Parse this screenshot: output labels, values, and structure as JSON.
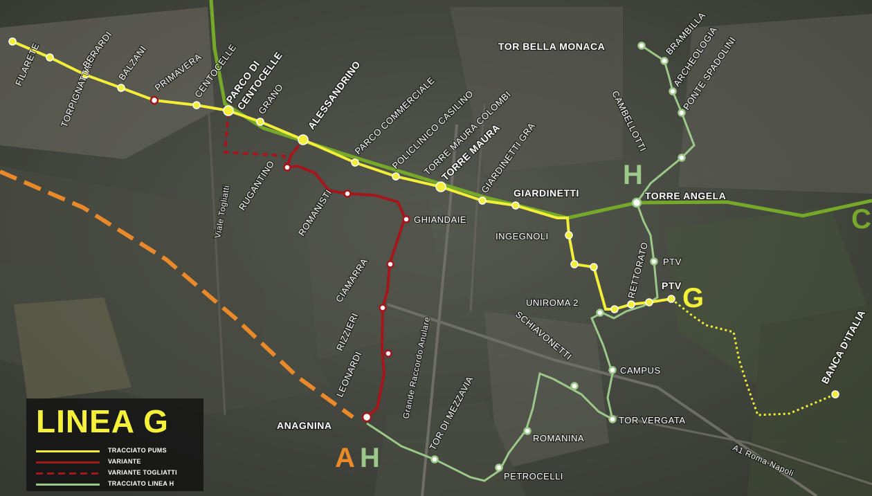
{
  "colors": {
    "line_g": "#f2ee3a",
    "variant": "#a3161c",
    "line_h": "#9cc98a",
    "line_c": "#76a82a",
    "line_a": "#e9892a"
  },
  "stations_g": [
    {
      "name": "FILARETE",
      "bold": false
    },
    {
      "name": "TORPIGNATTARA",
      "bold": false
    },
    {
      "name": "BERARDI",
      "bold": false
    },
    {
      "name": "BALZANI",
      "bold": false
    },
    {
      "name": "PRIMAVERA",
      "bold": false
    },
    {
      "name": "CENTOCELLE",
      "bold": false
    },
    {
      "name": "PARCO DI",
      "bold": true
    },
    {
      "name": "CENTOCELLE",
      "bold": true
    },
    {
      "name": "GRANO",
      "bold": false
    },
    {
      "name": "ALESSANDRINO",
      "bold": true
    },
    {
      "name": "PARCO COMMERCIALE",
      "bold": false
    },
    {
      "name": "POLICLINICO CASILINO",
      "bold": false
    },
    {
      "name": "TORRE MAURA COLOMBI",
      "bold": false
    },
    {
      "name": "TORRE MAURA",
      "bold": true
    },
    {
      "name": "GIARDINETTI GRA",
      "bold": false
    },
    {
      "name": "GIARDINETTI",
      "bold": true
    },
    {
      "name": "INGEGNOLI",
      "bold": false
    },
    {
      "name": "RETTORATO",
      "bold": false
    },
    {
      "name": "UNIROMA 2",
      "bold": false
    },
    {
      "name": "PTV",
      "bold": true
    },
    {
      "name": "BANCA D'ITALIA",
      "bold": true
    }
  ],
  "stations_variant": [
    "RUGANTINO",
    "ROMANISTI",
    "GHIANDAIE",
    "CIAMARRA",
    "RIZZIERI",
    "LEONARDI",
    "ANAGNINA"
  ],
  "stations_h": [
    "TOR BELLA MONACA",
    "BRAMBILLA",
    "ARCHEOLOGIA",
    "PONTE SPADOLINI",
    "CAMBELLOTTI",
    "TORRE ANGELA",
    "PTV",
    "SCHIAVONETTI",
    "CAMPUS",
    "TOR VERGATA",
    "ROMANINA",
    "TOR DI MEZZAVIA",
    "PETROCELLI"
  ],
  "roads": [
    "Viale Togliatti",
    "Grande Raccordo Anulare",
    "A1 Roma-Napoli"
  ],
  "line_letters": {
    "h_top": "H",
    "g": "G",
    "c": "C",
    "a": "A",
    "h_bottom": "H"
  },
  "legend": {
    "title": "LINEA G",
    "items": [
      {
        "label": "TRACCIATO PUMS",
        "color": "#f2ee3a",
        "dashed": false
      },
      {
        "label": "VARIANTE",
        "color": "#a3161c",
        "dashed": false
      },
      {
        "label": "VARIANTE TOGLIATTI",
        "color": "#a3161c",
        "dashed": true
      },
      {
        "label": "TRACCIATO LINEA H",
        "color": "#9cc98a",
        "dashed": false
      }
    ]
  }
}
